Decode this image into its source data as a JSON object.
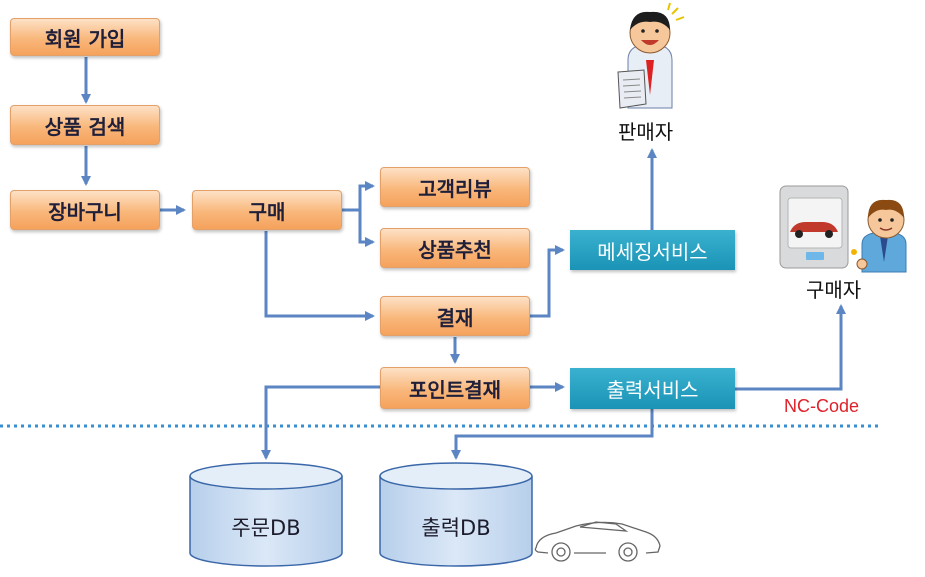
{
  "nodes": {
    "signup": "회원 가입",
    "search": "상품 검색",
    "cart": "장바구니",
    "buy": "구매",
    "review": "고객리뷰",
    "recommend": "상품추천",
    "payment": "결재",
    "point_payment": "포인트결재"
  },
  "services": {
    "messaging": "메세징서비스",
    "print": "출력서비스"
  },
  "actors": {
    "seller": "판매자",
    "buyer": "구매자"
  },
  "nc_code": "NC-Code",
  "databases": {
    "order_db": "주문DB",
    "print_db": "출력DB"
  },
  "colors": {
    "arrow": "#5b86c3",
    "node_fill": "#f9b77b",
    "service_fill": "#1f9cc0",
    "nc_text": "#e0222a",
    "db_fill": "#c7dcf2",
    "divider": "#3a8fd0"
  },
  "icons": [
    "seller-person-icon",
    "buyer-person-icon",
    "3d-printer-icon",
    "car-outline-icon",
    "document-scroll-icon"
  ]
}
